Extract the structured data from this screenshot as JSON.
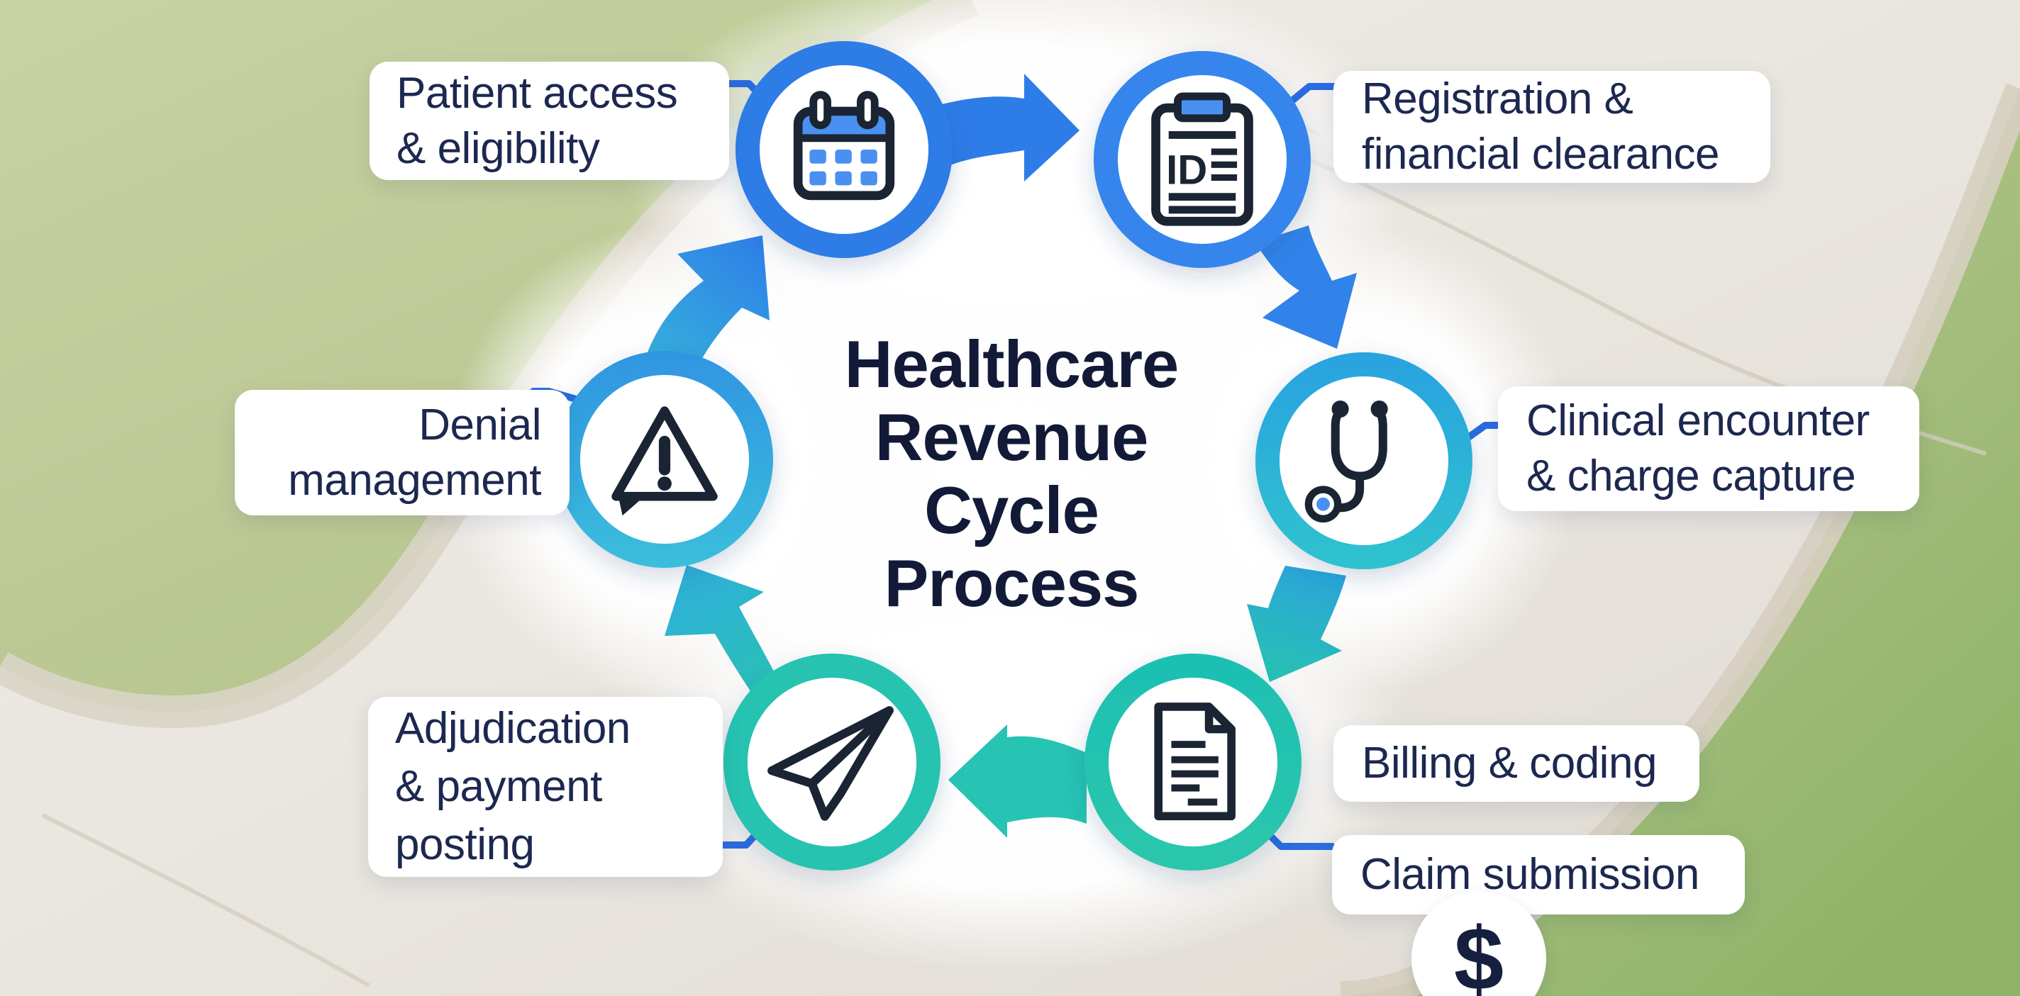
{
  "title": {
    "text": "Healthcare Revenue Cycle Process",
    "lines": [
      "Healthcare",
      "Revenue",
      "Cycle",
      "Process"
    ]
  },
  "steps": {
    "patient_access": {
      "lines": [
        "Patient access",
        "& eligibility"
      ],
      "icon": "calendar-icon"
    },
    "registration": {
      "lines": [
        "Registration &",
        "financial clearance"
      ],
      "icon": "id-clipboard-icon",
      "icon_text": "ID"
    },
    "clinical_encounter": {
      "lines": [
        "Clinical encounter",
        "& charge capture"
      ],
      "icon": "stethoscope-icon"
    },
    "billing_coding": {
      "lines": [
        "Billing & coding"
      ],
      "icon": "billing-document-icon"
    },
    "claim_submission": {
      "lines": [
        "Claim submission"
      ],
      "icon": "dollar-icon"
    },
    "adjudication": {
      "lines": [
        "Adjudication",
        "& payment",
        "posting"
      ],
      "icon": "paper-plane-icon"
    },
    "denial_management": {
      "lines": [
        "Denial",
        "management"
      ],
      "icon": "warning-icon"
    }
  },
  "badges": {
    "currency_symbol": "$"
  },
  "colors": {
    "accent_blue": "#2e7ce8",
    "accent_blue_light": "#3b87ee",
    "accent_cyan": "#2fa7dd",
    "accent_teal": "#25c2b1",
    "connector_blue": "#2b6ce0",
    "text_navy": "#1c2850",
    "title_navy": "#121a38",
    "icon_dark": "#1a2433",
    "icon_blue": "#4a90f0",
    "grass_green": "#b9c790",
    "pavement_gray": "#e9e6e1"
  }
}
